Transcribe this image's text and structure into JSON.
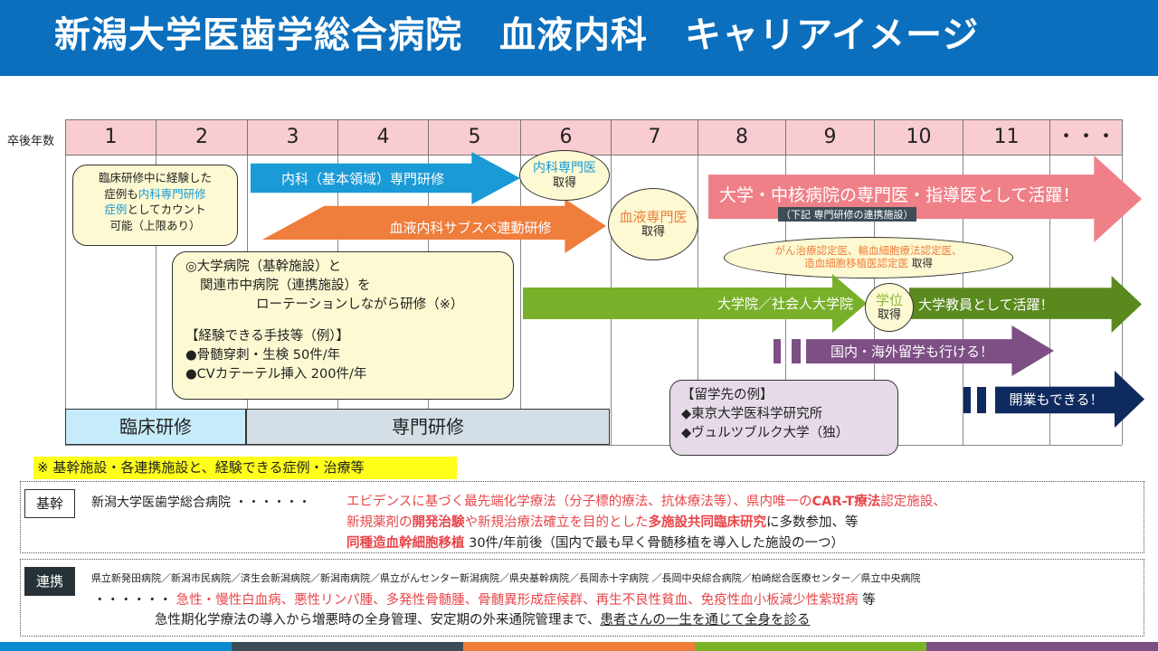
{
  "title": "新潟大学医歯学総合病院　血液内科　キャリアイメージ",
  "timeline": {
    "row_label": "卒後年数",
    "years": [
      "1",
      "2",
      "3",
      "4",
      "5",
      "6",
      "7",
      "8",
      "9",
      "10",
      "11",
      "・・・"
    ]
  },
  "note_box": {
    "l1": "臨床研修中に経験した",
    "l2a": "症例も",
    "l2b": "内科専門研修",
    "l3a": "症例",
    "l3b": "としてカウント",
    "l4": "可能（上限あり）"
  },
  "rotation_box": {
    "l1": "◎大学病院（基幹施設）と",
    "l2": "関連市中病院（連携施設）を",
    "l3": "ローテーションしながら研修（※）",
    "l4": "【経験できる手技等（例）】",
    "l5": "●骨髄穿刺・生検 50件/年",
    "l6": "●CVカテーテル挿入 200件/年"
  },
  "arrows": {
    "internal": "内科（基本領域）専門研修",
    "subspecialty": "血液内科サブスペ連動研修",
    "leader": "大学・中核病院の専門医・指導医として活躍！",
    "leader_sub": "（下記 専門研修の連携施設）",
    "graduate": "大学院／社会人大学院",
    "faculty": "大学教員として活躍！",
    "abroad": "国内・海外留学も行ける！",
    "practice": "開業もできる！"
  },
  "badges": {
    "internist": {
      "title": "内科専門医",
      "sub": "取得"
    },
    "hematologist": {
      "title": "血液専門医",
      "sub": "取得"
    },
    "certs": {
      "l1": "がん治療認定医、輸血細胞療法認定医、",
      "l2": "造血細胞移植医認定医",
      "sub": "取得"
    },
    "degree": {
      "title": "学位",
      "sub": "取得"
    }
  },
  "abroad_box": {
    "l1": "【留学先の例】",
    "l2": "◆東京大学医科学研究所",
    "l3": "◆ヴュルツブルク大学（独）"
  },
  "phases": {
    "clinical": "臨床研修",
    "specialty": "専門研修"
  },
  "facilities_note": "※ 基幹施設・各連携施設と、経験できる症例・治療等",
  "core": {
    "tag": "基幹",
    "name": "新潟大学医歯学総合病院",
    "dots": "・・・・・・",
    "l1a": "エビデンスに基づく最先端化学療法（分子標的療法、抗体療法等）、県内唯一の",
    "l1b": "CAR-T療法",
    "l1c": "認定施設、",
    "l2a": "新規薬剤の",
    "l2b": "開発治験",
    "l2c": "や新規治療法確立を目的とした",
    "l2d": "多施設共同臨床研究",
    "l2e": "に多数参加、等",
    "l3a": "同種造血幹細胞移植",
    "l3b": " 30件/年前後（国内で最も早く骨髄移植を導入した施設の一つ）"
  },
  "affiliated": {
    "tag": "連携",
    "hospitals": "県立新発田病院／新潟市民病院／済生会新潟病院／新潟南病院／県立がんセンター新潟病院／県央基幹病院／長岡赤十字病院 ／長岡中央綜合病院／柏崎総合医療センター／県立中央病院",
    "dots": "・・・・・・",
    "l1a": "急性・慢性白血病、悪性リンパ腫、多発性骨髄腫、骨髄異形成症候群、再生不良性貧血、免疫性血小板減少性紫斑病",
    "l1b": " 等",
    "l2a": "急性期化学療法の導入から増悪時の全身管理、安定期の外来通院管理まで、",
    "l2b": "患者さんの一生を通じて全身を診る"
  },
  "colors": {
    "header": "#0b6fbd",
    "blue": "#1a9ad6",
    "orange": "#ef7d3c",
    "pink": "#ef8088",
    "green": "#78b02a",
    "darkgreen": "#5a8a1e",
    "purple": "#7d4f85",
    "navy": "#0f2a5e"
  }
}
